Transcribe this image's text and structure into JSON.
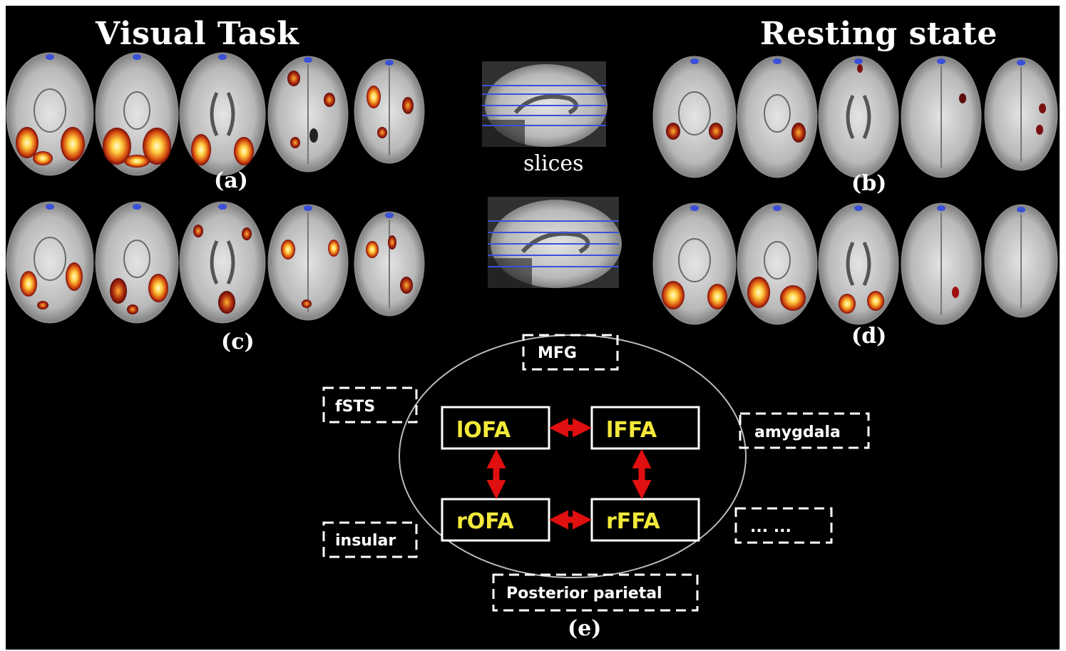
{
  "headings": {
    "visual_task": "Visual Task",
    "resting_state": "Resting state"
  },
  "panel_labels": {
    "a": "(a)",
    "b": "(b)",
    "c": "(c)",
    "d": "(d)",
    "e": "(e)"
  },
  "slices_label": "slices",
  "network": {
    "core_nodes": {
      "lofa": "lOFA",
      "lffa": "lFFA",
      "rofa": "rOFA",
      "rffa": "rFFA"
    },
    "peripheral_nodes": {
      "mfg": "MFG",
      "fsts": "fSTS",
      "amygdala": "amygdala",
      "insular": "insular",
      "ellipsis": "... ...",
      "posterior_parietal": "Posterior parietal"
    }
  },
  "colors": {
    "background": "#000000",
    "core_text": "#f2e93a",
    "arrow": "#e01010",
    "box_stroke": "#ffffff"
  }
}
